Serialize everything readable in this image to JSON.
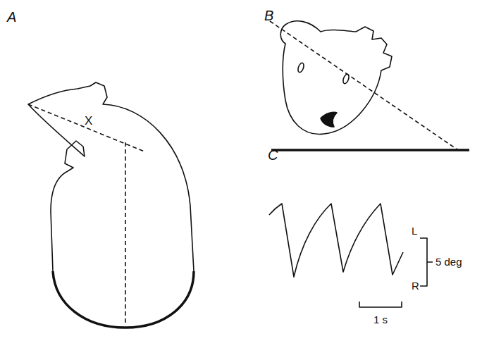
{
  "diagram": {
    "labels": [
      "A",
      "B",
      "C",
      "X",
      "L",
      "5 deg",
      "R",
      "1 s"
    ]
  }
}
